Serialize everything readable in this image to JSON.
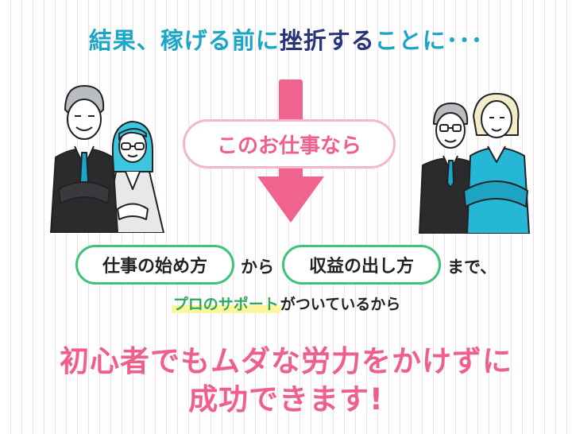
{
  "headline": {
    "part1": "結果、稼げる前に",
    "part2": "挫折する",
    "part3": "ことに･･･"
  },
  "middle_label": "このお仕事なら",
  "pills": {
    "left": "仕事の始め方",
    "connector": "から",
    "right": "収益の出し方",
    "ending": "まで、"
  },
  "support": {
    "highlight": "プロのサポート",
    "rest": "がついているから"
  },
  "conclusion": {
    "line1": "初心者でもムダな労力をかけずに",
    "line2": "成功できます!"
  },
  "colors": {
    "pink": "#ee5f8b",
    "teal": "#1aa6c8",
    "navy": "#26347a",
    "green": "#3dc37a"
  }
}
